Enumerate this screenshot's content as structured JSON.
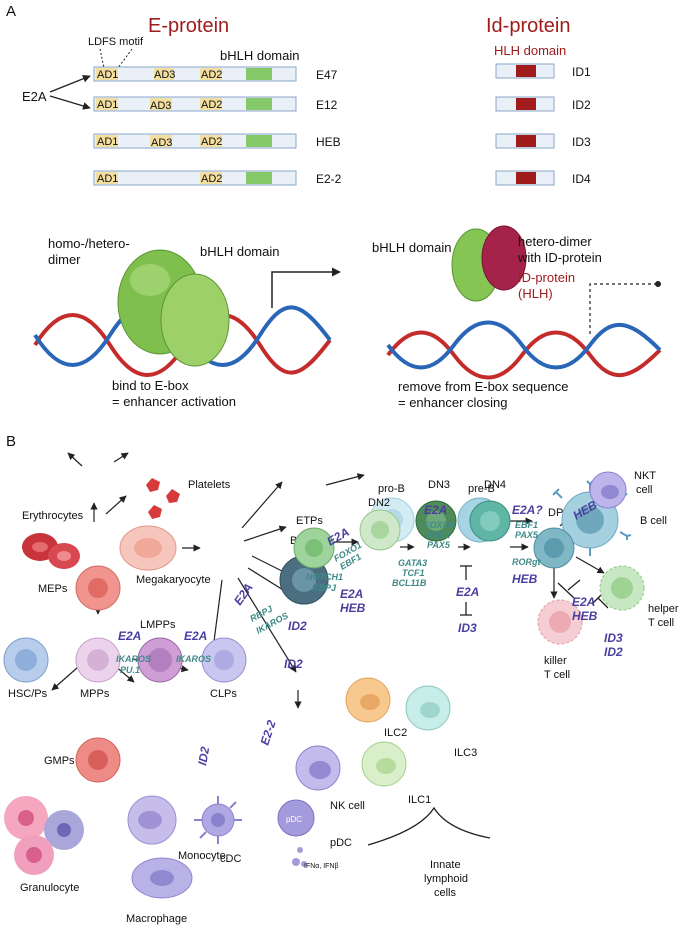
{
  "panel_a": {
    "label": "A",
    "eprotein_title": "E-protein",
    "idprotein_title": "Id-protein",
    "ldfs_motif": "LDFS motif",
    "bhlh_domain_label": "bHLH domain",
    "hlh_domain_label": "HLH domain",
    "e2a": "E2A",
    "e_rows": [
      {
        "name": "E47",
        "ad": [
          "AD1",
          "AD3",
          "AD2"
        ]
      },
      {
        "name": "E12",
        "ad": [
          "AD1",
          "AD3",
          "AD2"
        ]
      },
      {
        "name": "HEB",
        "ad": [
          "AD1",
          "AD3",
          "AD2"
        ]
      },
      {
        "name": "E2-2",
        "ad": [
          "AD1",
          "AD2"
        ]
      }
    ],
    "id_rows": [
      "ID1",
      "ID2",
      "ID3",
      "ID4"
    ],
    "dimer_label_1": "homo-/hetero-",
    "dimer_label_2": "dimer",
    "bhlh_domain_2": "bHLH domain",
    "bind_1": "bind to E-box",
    "bind_2": "= enhancer activation",
    "bhlh_domain_3": "bHLH domain",
    "hetero_1": "hetero-dimer",
    "hetero_2": "with ID-protein",
    "idp_1": "ID-protein",
    "idp_2": "(HLH)",
    "remove_1": "remove from E-box sequence",
    "remove_2": "= enhancer closing"
  },
  "panel_b": {
    "label": "B",
    "cells": {
      "platelets": "Platelets",
      "erythrocytes": "Erythrocytes",
      "megakaryocyte": "Megakaryocyte",
      "meps": "MEPs",
      "lmpps": "LMPPs",
      "hsc": "HSC/Ps",
      "mpps": "MPPs",
      "clps": "CLPs",
      "gmps": "GMPs",
      "granulocyte": "Granulocyte",
      "monocyte": "Monocyte",
      "macrophage": "Macrophage",
      "cdc": "cDC",
      "pdc": "pDC",
      "pdc_inner": "pDC",
      "ifn": "IFNα, IFNβ",
      "nk": "NK cell",
      "ilc1": "ILC1",
      "ilc2": "ILC2",
      "ilc3": "ILC3",
      "innate_1": "Innate",
      "innate_2": "lymphoid",
      "innate_3": "cells",
      "blps": "BLPs",
      "prob": "pro-B",
      "preb": "pre-B",
      "bcell": "B cell",
      "etps": "ETPs",
      "dn2": "DN2",
      "dn3": "DN3",
      "dn4": "DN4",
      "dp": "DP",
      "nkt_1": "NKT",
      "nkt_2": "cell",
      "helper_1": "helper",
      "helper_2": "T cell",
      "killer_1": "killer",
      "killer_2": "T cell"
    },
    "factors": {
      "e2a_lmpp": "E2A",
      "ikaros_pu1_1": "IKAROS",
      "ikaros_pu1_2": "PU.1",
      "e2a_clp": "E2A",
      "ikaros_clp": "IKAROS",
      "e2a_blp": "E2A",
      "e2a_prob": "E2A",
      "foxo1_ebf1_1": "FOXO1",
      "foxo1_ebf1_2": "EBF1",
      "e2a_preb": "E2A",
      "foxo1_2": "FOXO1",
      "ebf1_2": "EBF1",
      "pax5_1": "PAX5",
      "e2a_q": "E2A?",
      "ebf1_3": "EBF1",
      "pax5_2": "PAX5",
      "rbpj_1": "RBPJ",
      "ikaros_2": "IKAROS",
      "notch1": "NOTCH1",
      "rbpj_2": "RBPJ",
      "e2a_etp": "E2A",
      "heb_etp": "HEB",
      "gata3": "GATA3",
      "tcf1": "TCF1",
      "bcl11b": "BCL11B",
      "e2a_dn3": "E2A",
      "id3_dn3": "ID3",
      "rorgt": "RORgt",
      "heb_dn4": "HEB",
      "heb_dp": "HEB",
      "e2a_dp": "E2A",
      "heb_dp2": "HEB",
      "id3_dp": "ID3",
      "id2_dp": "ID2",
      "id2_ilc_1": "ID2",
      "id2_ilc_2": "ID2",
      "id2_cdc": "ID2",
      "e22_pdc": "E2-2"
    }
  }
}
